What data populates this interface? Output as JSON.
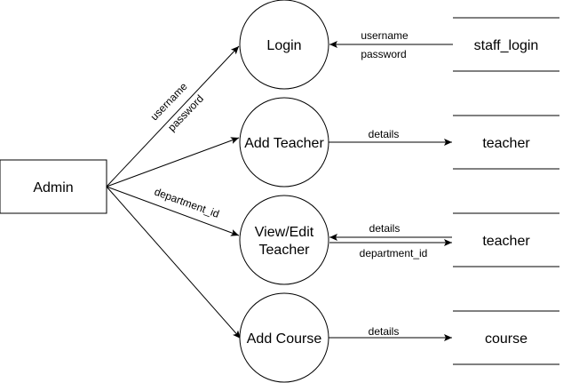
{
  "entity": {
    "label": "Admin"
  },
  "processes": [
    {
      "label": "Login"
    },
    {
      "label": "Add Teacher"
    },
    {
      "label_line1": "View/Edit",
      "label_line2": "Teacher"
    },
    {
      "label": "Add Course"
    }
  ],
  "datastores": [
    {
      "label": "staff_login"
    },
    {
      "label": "teacher"
    },
    {
      "label": "teacher"
    },
    {
      "label": "course"
    }
  ],
  "flows": {
    "admin_login_1": "username",
    "admin_login_2": "password",
    "admin_view_edit": "department_id",
    "staff_to_login_1": "username",
    "staff_to_login_2": "password",
    "add_teacher_out": "details",
    "view_edit_in": "details",
    "view_edit_out": "department_id",
    "add_course_out": "details"
  }
}
